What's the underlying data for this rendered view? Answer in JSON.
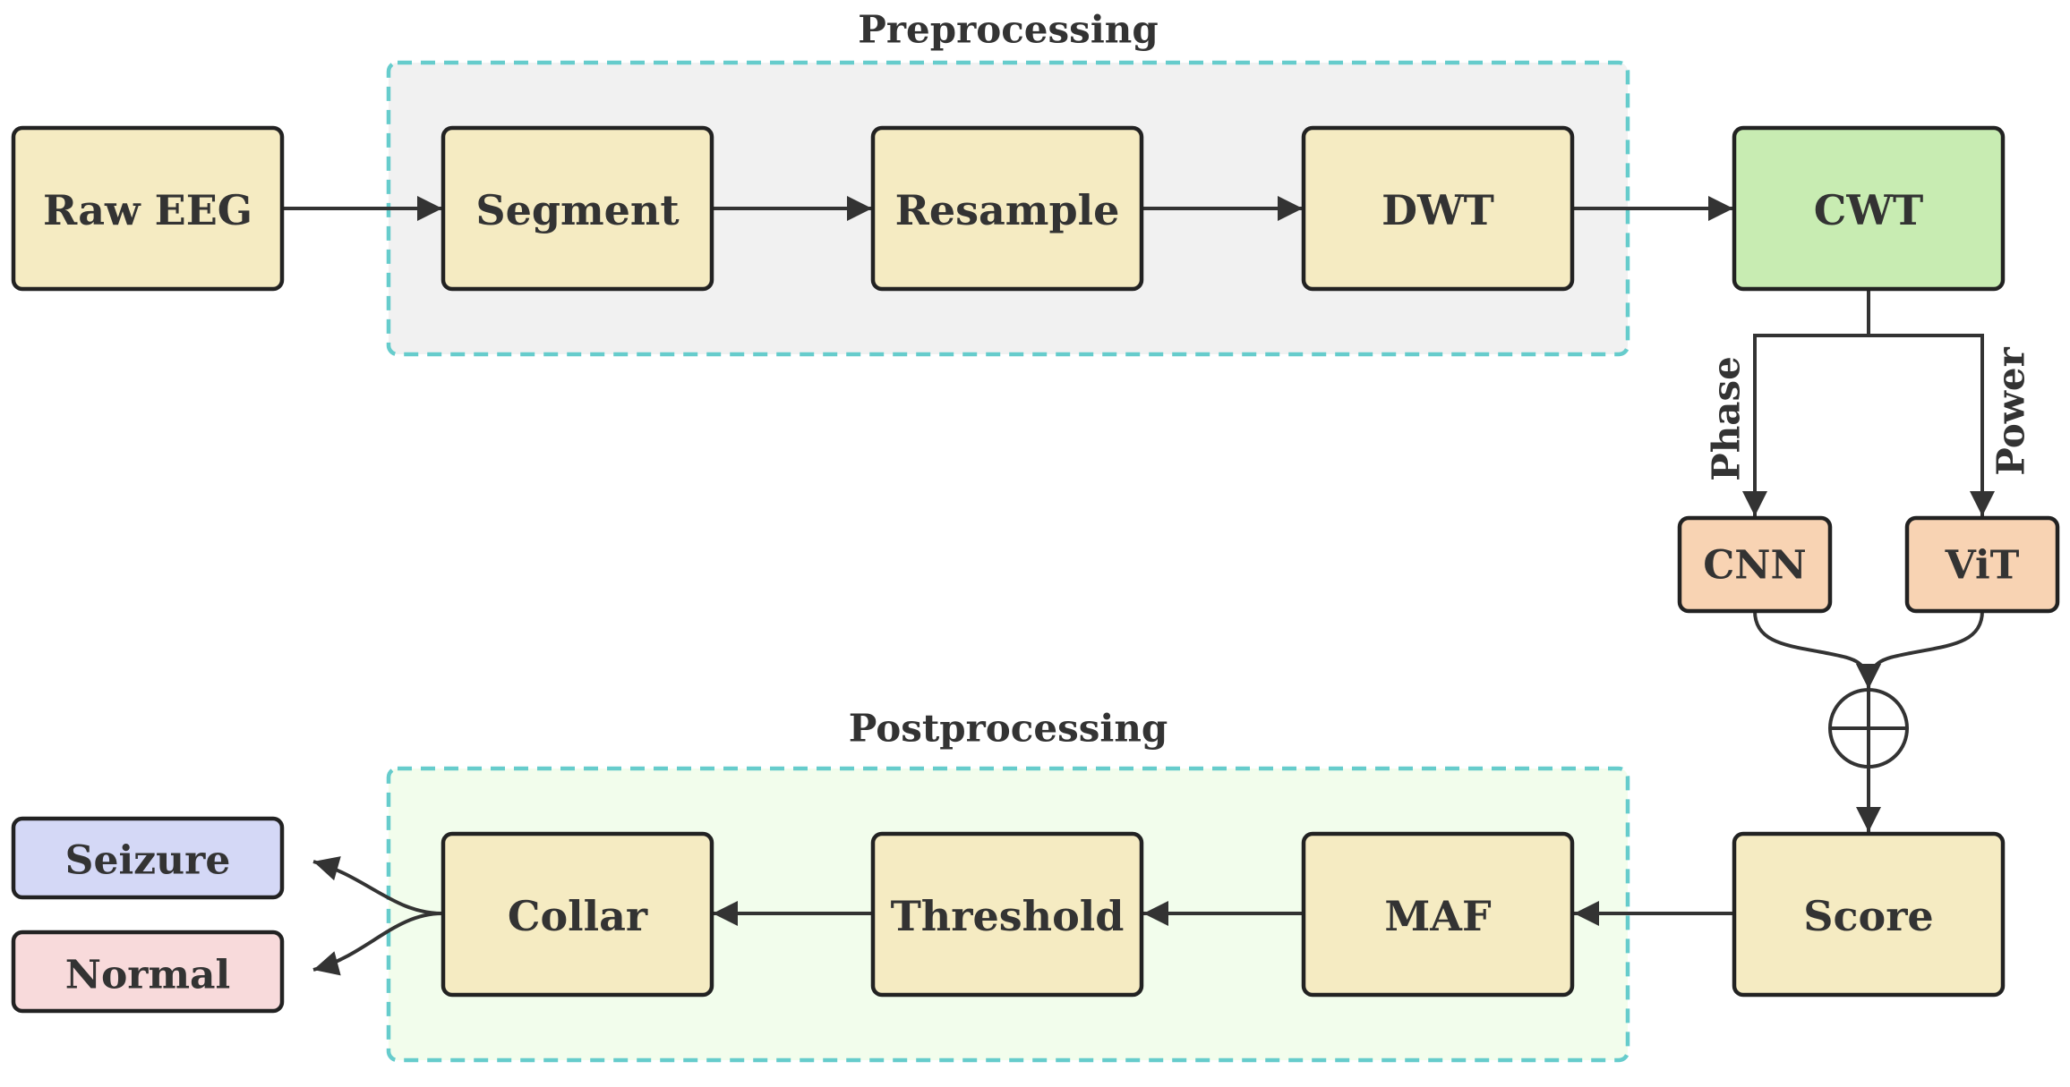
{
  "groups": {
    "preprocessing": {
      "title": "Preprocessing",
      "fill": "#f1f1f1"
    },
    "postprocessing": {
      "title": "Postprocessing",
      "fill": "#f2fdec"
    }
  },
  "nodes": {
    "raw_eeg": "Raw EEG",
    "segment": "Segment",
    "resample": "Resample",
    "dwt": "DWT",
    "cwt": "CWT",
    "cnn": "CNN",
    "vit": "ViT",
    "score": "Score",
    "maf": "MAF",
    "threshold": "Threshold",
    "collar": "Collar",
    "seizure": "Seizure",
    "normal": "Normal"
  },
  "edge_labels": {
    "phase": "Phase",
    "power": "Power"
  },
  "colors": {
    "process": "#f5ebc2",
    "cwt": "#c8ecb2",
    "model": "#f8d3b3",
    "seizure": "#d4d8f6",
    "normal": "#f8dadb",
    "group_border": "#66cccc",
    "line": "#333333"
  }
}
